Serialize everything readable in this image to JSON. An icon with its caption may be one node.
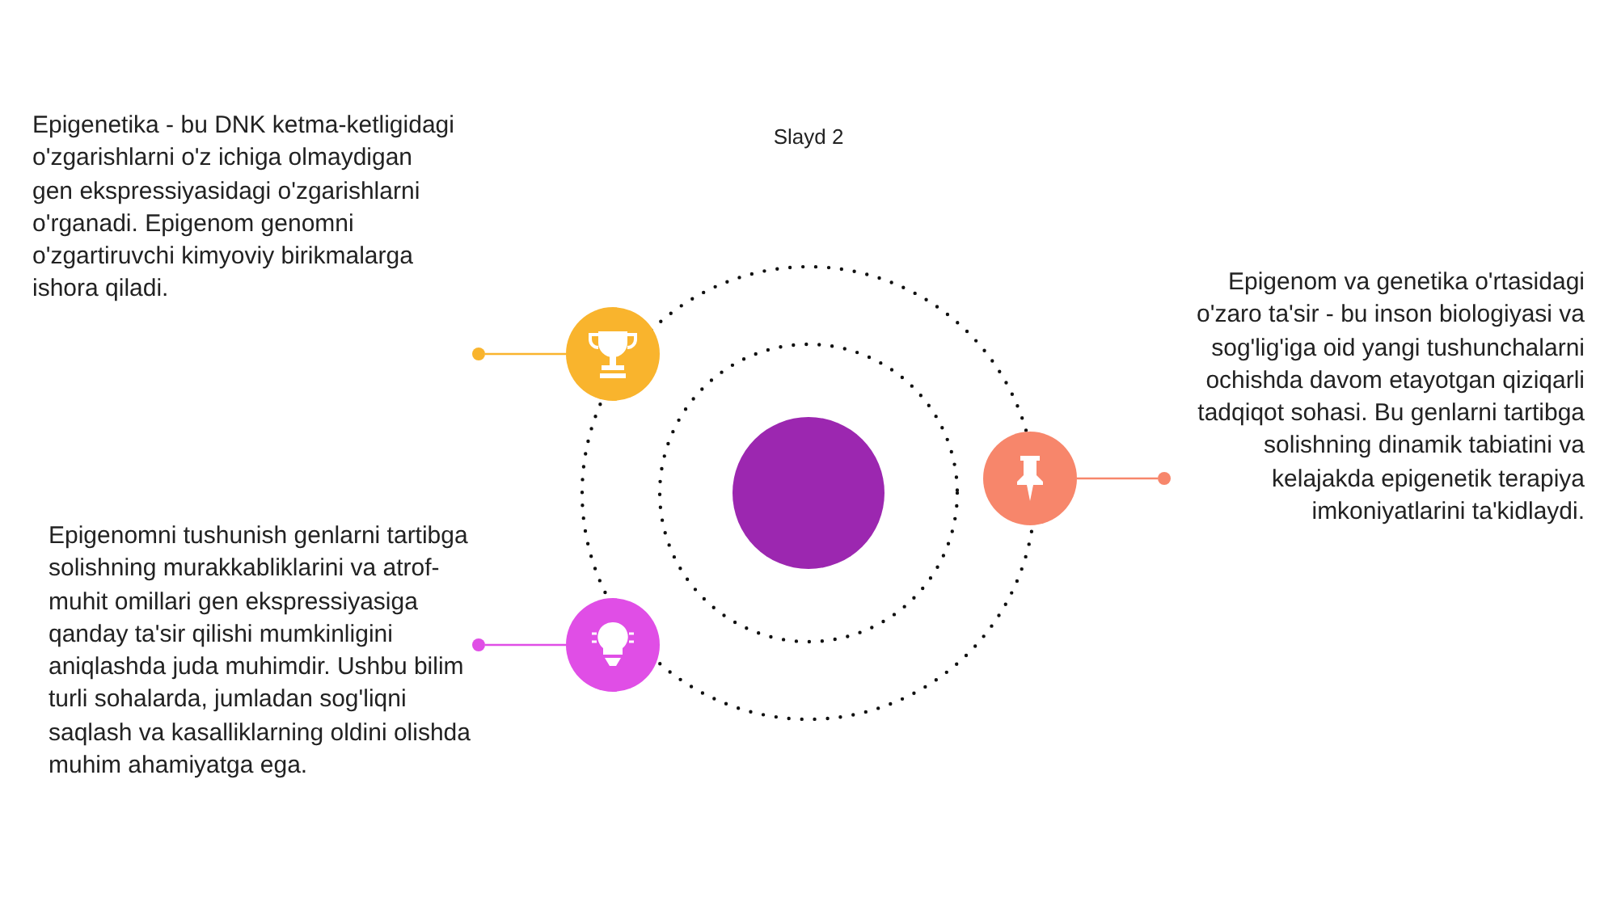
{
  "diagram": {
    "title": "Slayd 2",
    "nodes": [
      {
        "text": [
          "Epigenetika - bu DNK ketma-ketligidagi o'zgarishlarni o'z ichiga olmaydigan gen ekspressiyasidagi o'zgarishlarni o'rganadi. Epigenom genomni o'zgartiruvchi kimyoviy birikmalarga ishora qiladi."
        ]
      },
      {
        "text": [],
        "shape": "circle"
      },
      {
        "text": [],
        "shape": "circle"
      },
      {
        "text": [],
        "shape": "circle"
      },
      {
        "text": [],
        "shape": "circle"
      },
      {
        "text": [],
        "shape": "circle"
      },
      {
        "text": [
          "Epigenom va genetika o'rtasidagi o'zaro ta'sir - bu inson biologiyasi va sog'lig'iga oid yangi tushunchalarni ochishda davom etayotgan qiziqarli tadqiqot sohasi. Bu genlarni tartibga solishning dinamik tabiatini va kelajakda epigenetik terapiya imkoniyatlarini ta'kidlaydi."
        ]
      },
      {
        "text": [
          "Epigenomni tushunish genlarni tartibga solishning murakkabliklarini va atrof-muhit omillari gen ekspressiyasiga qanday ta'sir qilishi mumkinligini aniqlashda juda muhimdir. Ushbu bilim turli sohalarda, jumladan sog'liqni saqlash va kasalliklarning oldini olishda muhim ahamiyatga ega."
        ]
      },
      {
        "text": [],
        "shape": "circle"
      },
      {
        "text": [],
        "shape": "circle"
      }
    ],
    "edges": [
      {
        "from": 2,
        "to": 1,
        "arrow": "none",
        "color": "#f9b42d"
      },
      {
        "from": 4,
        "to": 5,
        "arrow": "none",
        "color": "#f7866b"
      },
      {
        "from": 9,
        "to": 8,
        "arrow": "none",
        "color": "#e04ee6"
      }
    ]
  }
}
